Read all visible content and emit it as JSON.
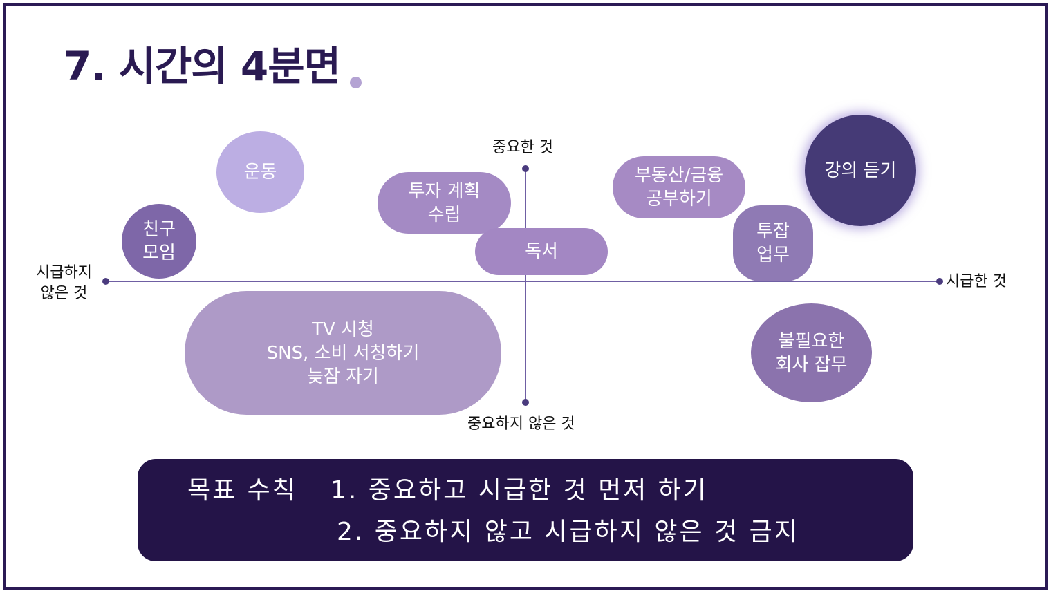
{
  "slide": {
    "title": "7. 시간의 4분면",
    "colors": {
      "border": "#2b1a55",
      "title": "#2a1a52",
      "accent_dot": "#b4a3d3",
      "axis": "#6f5fa3",
      "goal_box": "#241448"
    }
  },
  "axes": {
    "top": "중요한 것",
    "bottom": "중요하지 않은 것",
    "left": "시급하지\n않은 것",
    "right": "시급한 것"
  },
  "bubbles": [
    {
      "label": "운동",
      "color": "#bcaee3"
    },
    {
      "label": "친구\n모임",
      "color": "#7e67a8"
    },
    {
      "label": "투자 계획\n수립",
      "color": "#a48ac4"
    },
    {
      "label": "독서",
      "color": "#a387c3"
    },
    {
      "label": "부동산/금융\n공부하기",
      "color": "#a68ac4"
    },
    {
      "label": "강의 듣기",
      "color": "#453a76"
    },
    {
      "label": "투잡\n업무",
      "color": "#8f7ab4"
    },
    {
      "label": "TV 시청\nSNS, 소비 서칭하기\n늦잠 자기",
      "color": "#ae9ac7"
    },
    {
      "label": "불필요한\n회사 잡무",
      "color": "#8b73ad"
    }
  ],
  "goal": {
    "heading": "목표 수칙",
    "rule1": "1. 중요하고 시급한 것 먼저 하기",
    "rule2": "2. 중요하지 않고 시급하지 않은 것 금지"
  }
}
